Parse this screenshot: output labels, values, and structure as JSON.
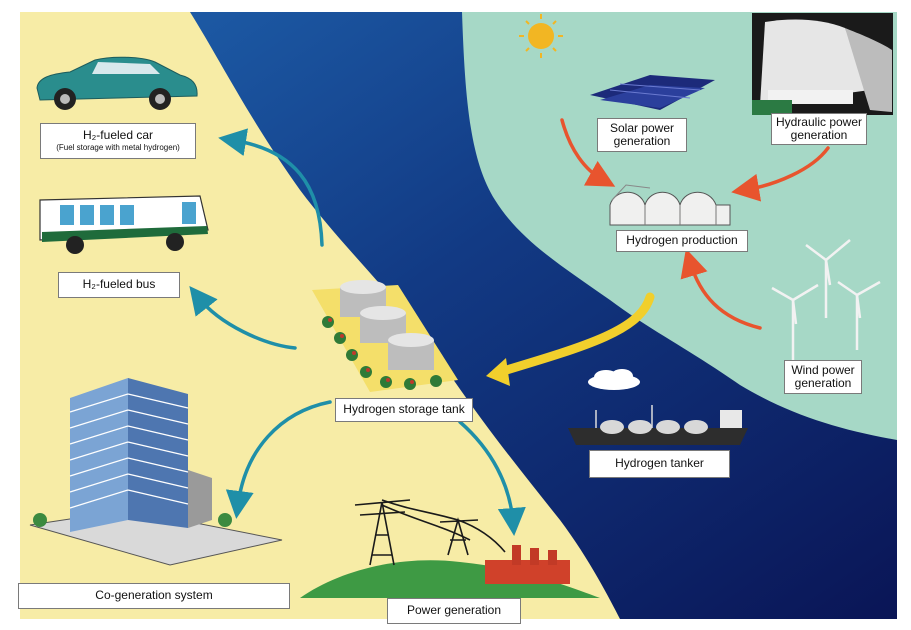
{
  "labels": {
    "h2_car": "H₂-fueled car",
    "h2_car_sub": "(Fuel storage with metal hydrogen)",
    "h2_bus": "H₂-fueled bus",
    "storage_tank": "Hydrogen storage tank",
    "cogeneration": "Co-generation system",
    "power_generation": "Power generation",
    "solar": "Solar power generation",
    "hydraulic": "Hydraulic power generation",
    "hydrogen_production": "Hydrogen production",
    "wind": "Wind power generation",
    "tanker": "Hydrogen tanker"
  },
  "colors": {
    "land": "#f7eca6",
    "ocean_deep": "#0d1e63",
    "ocean_mid": "#1d5aa6",
    "coast_green": "#a6d8c6",
    "arrow_red": "#e8542e",
    "arrow_teal": "#1f8fa8",
    "arrow_yellow": "#f1cf2c"
  },
  "icons": [
    "car-icon",
    "bus-icon",
    "storage-tank-icon",
    "building-icon",
    "power-tower-icon",
    "factory-icon",
    "sun-icon",
    "solar-panel-icon",
    "dam-icon",
    "greenhouse-icon",
    "wind-turbine-icon",
    "tanker-ship-icon",
    "cloud-icon"
  ]
}
